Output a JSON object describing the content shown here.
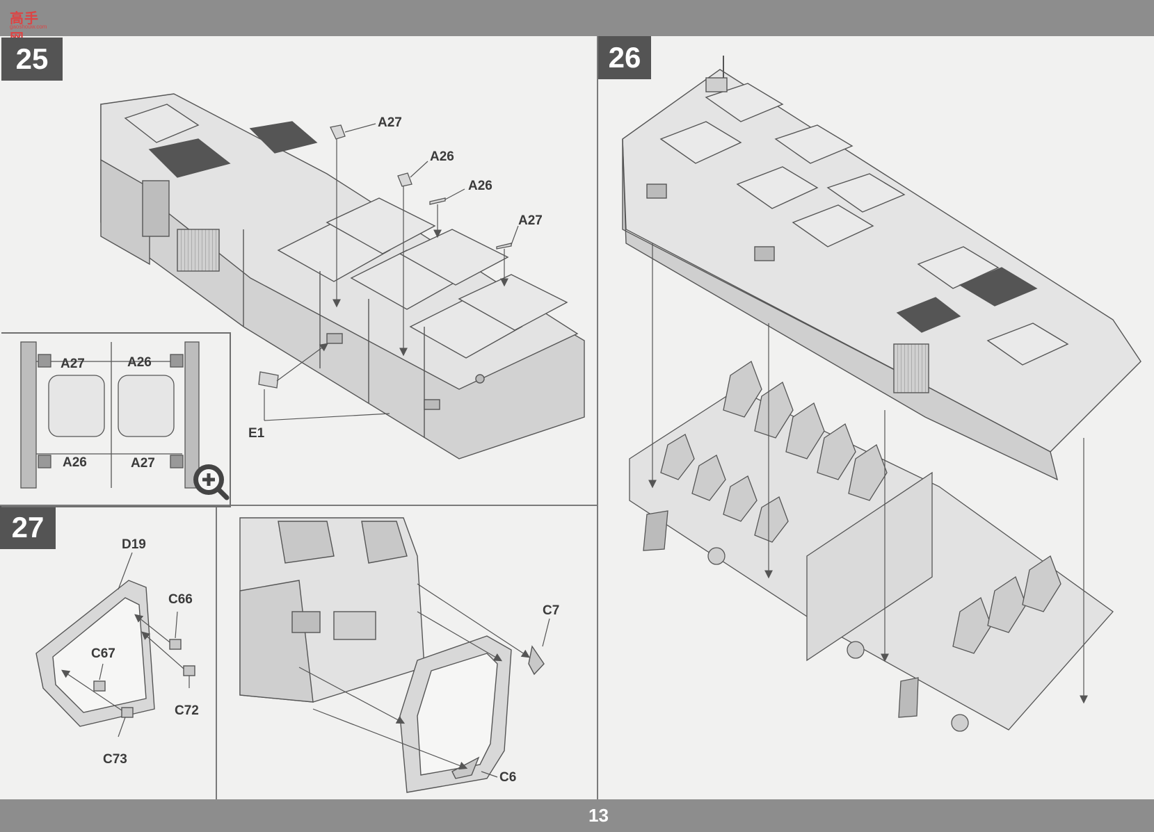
{
  "header": {
    "logo_text": "高手网",
    "logo_sub": "gaoshouw.com"
  },
  "page_number": "13",
  "steps": [
    {
      "number": "25",
      "callouts": [
        "A27",
        "A26",
        "A26",
        "A27",
        "E1"
      ],
      "inset": {
        "callouts": [
          "A27",
          "A26",
          "A26",
          "A27"
        ],
        "icon": "zoom-in-icon"
      }
    },
    {
      "number": "26",
      "callouts": []
    },
    {
      "number": "27",
      "callouts": [
        "D19",
        "C66",
        "C67",
        "C72",
        "C73",
        "C7",
        "C6"
      ]
    }
  ],
  "colors": {
    "band": "#8d8d8d",
    "step_badge": "#545454",
    "line_art": "#555555",
    "part_fill": "#d8d8d8"
  }
}
